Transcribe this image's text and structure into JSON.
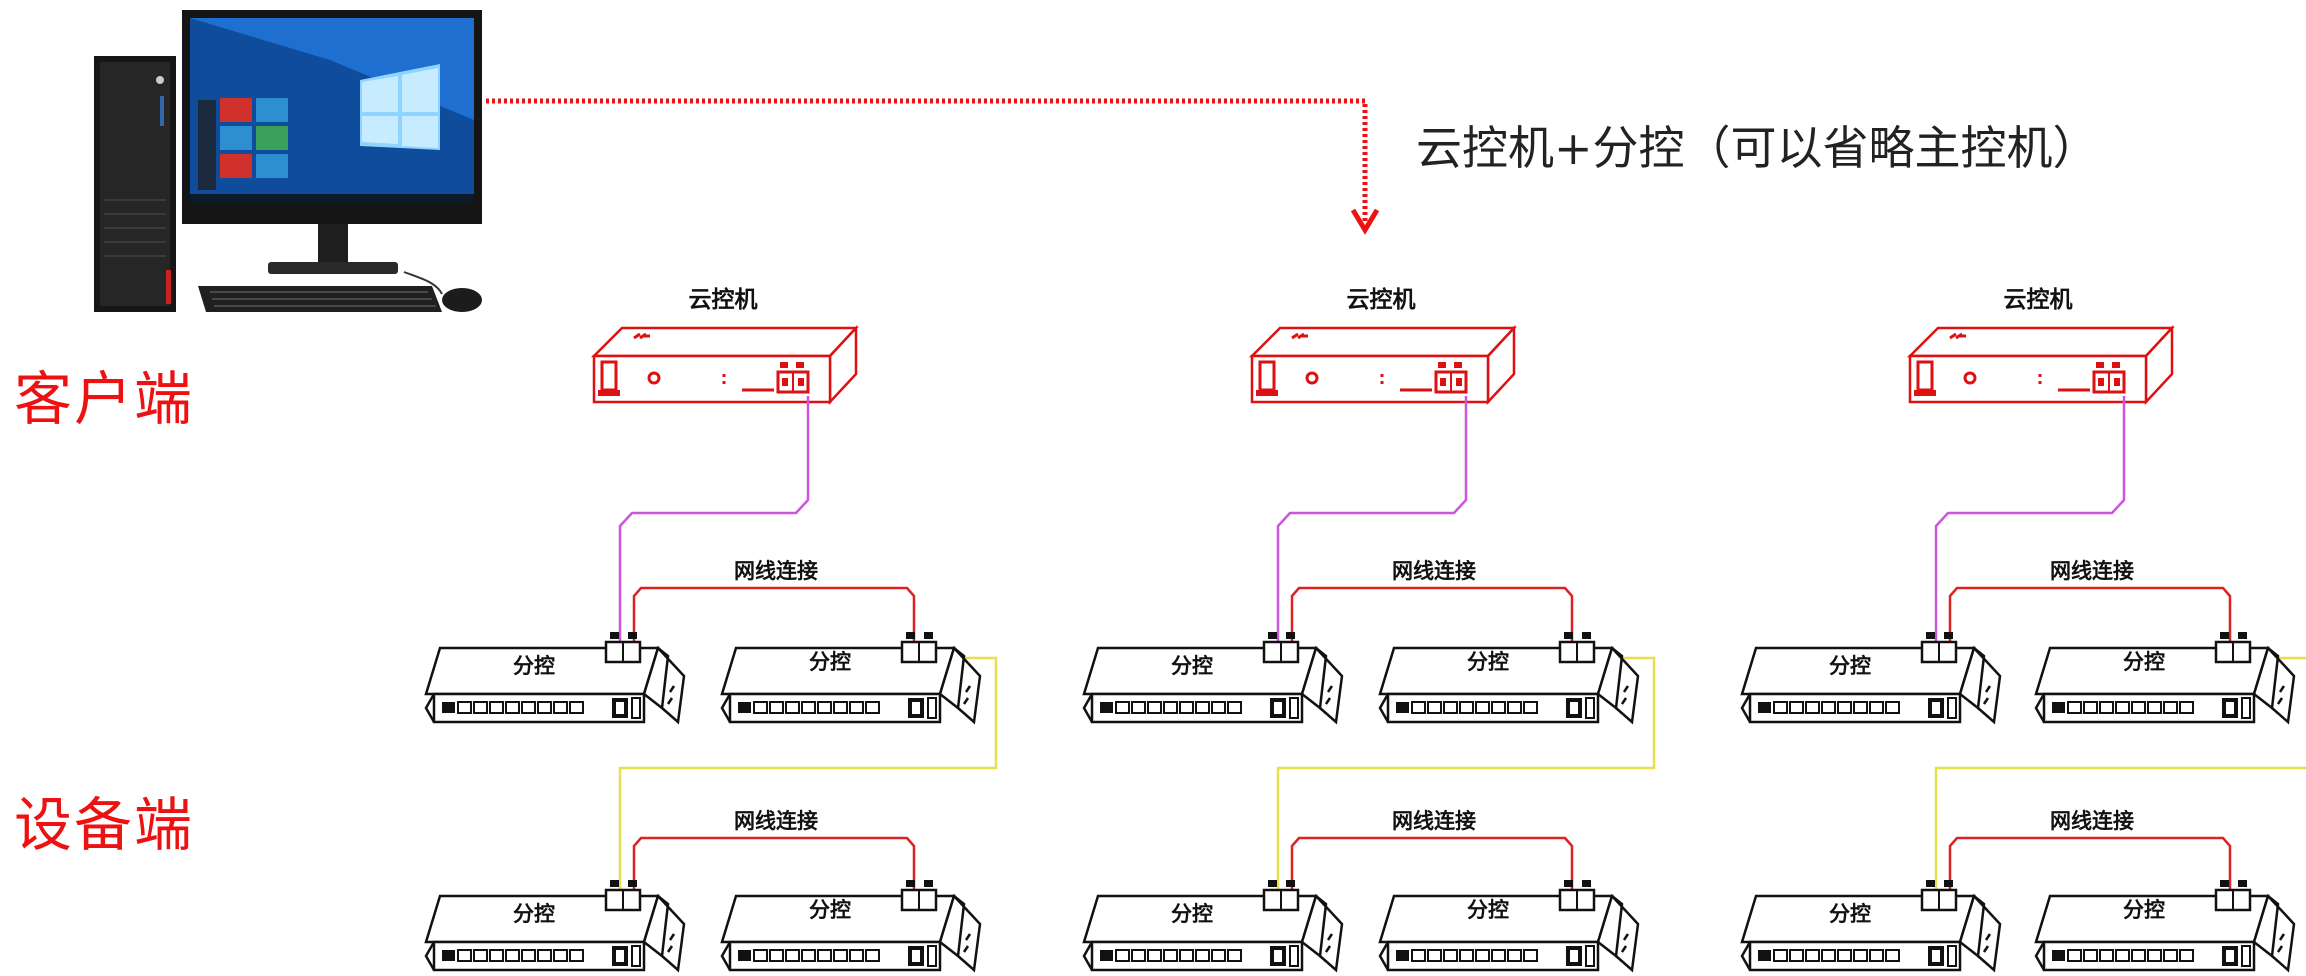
{
  "client_label": "客户端",
  "device_label": "设备端",
  "caption": "云控机+分控（可以省略主控机）",
  "groups": [
    {
      "cloud_label": "云控机",
      "top_link_label": "网线连接",
      "bottom_link_label": "网线连接",
      "sub_labels": [
        "分控",
        "分控",
        "分控",
        "分控"
      ]
    },
    {
      "cloud_label": "云控机",
      "top_link_label": "网线连接",
      "bottom_link_label": "网线连接",
      "sub_labels": [
        "分控",
        "分控",
        "分控",
        "分控"
      ]
    },
    {
      "cloud_label": "云控机",
      "top_link_label": "网线连接",
      "bottom_link_label": "网线连接",
      "sub_labels": [
        "分控",
        "分控",
        "分控",
        "分控"
      ]
    }
  ],
  "colors": {
    "accent_red": "#ee1111",
    "cloud_unit": "#dd1111",
    "ethernet_red": "#dd2222",
    "magenta_cable": "#cc55dd",
    "yellow_cable": "#e8e04a",
    "device_outline": "#111111"
  },
  "computer_icon": "desktop-computer-icon"
}
